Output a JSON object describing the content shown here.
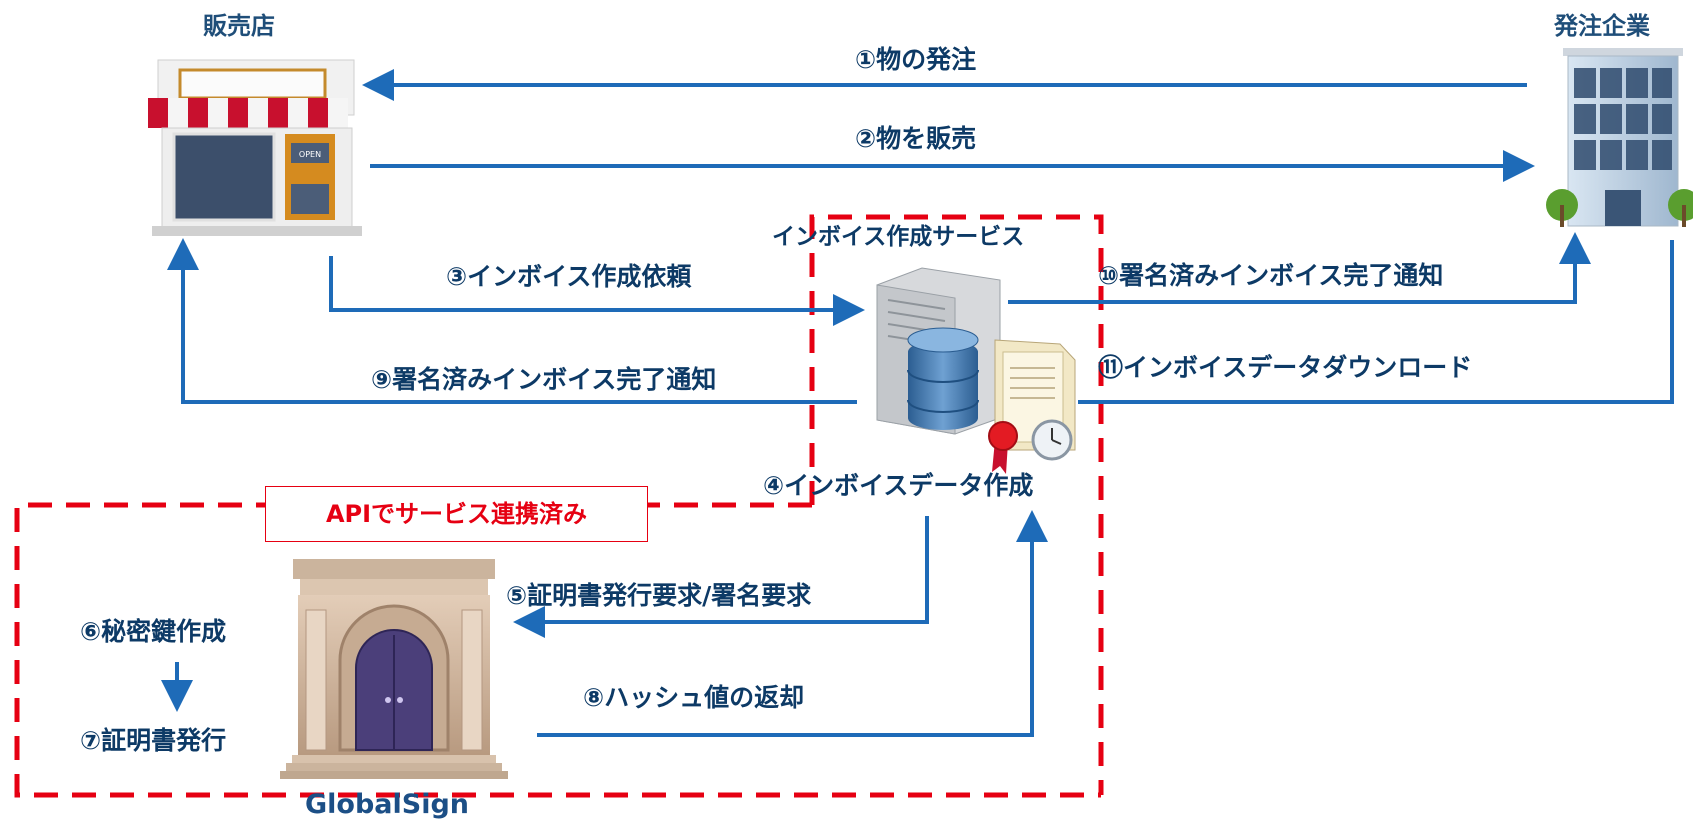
{
  "nodes": {
    "shop": "販売店",
    "company": "発注企業",
    "service": "インボイス作成サービス",
    "globalsign": "GlobalSign",
    "shop_sign": "OPEN"
  },
  "api_badge": "APIでサービス連携済み",
  "steps": {
    "s1": "①物の発注",
    "s2": "②物を販売",
    "s3": "③インボイス作成依頼",
    "s4": "④インボイスデータ作成",
    "s5": "⑤証明書発行要求/署名要求",
    "s6": "⑥秘密鍵作成",
    "s7": "⑦証明書発行",
    "s8": "⑧ハッシュ値の返却",
    "s9": "⑨署名済みインボイス完了通知",
    "s10": "⑩署名済みインボイス完了通知",
    "s11": "⑪インボイスデータダウンロード"
  },
  "colors": {
    "arrow": "#1e6bb8",
    "boundary": "#e60012",
    "label": "#1f4e79"
  },
  "icons": [
    "storefront-icon",
    "office-building-icon",
    "server-database-certificate-icon",
    "bank-building-icon"
  ]
}
